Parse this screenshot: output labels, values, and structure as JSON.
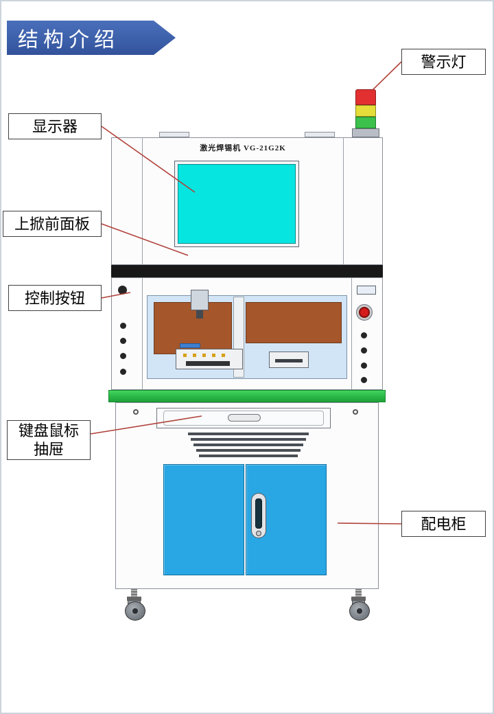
{
  "slide": {
    "title": "结构介绍"
  },
  "machine": {
    "model_label": "激光焊锡机  VG-21G2K"
  },
  "callouts": {
    "warning_light": "警示灯",
    "monitor": "显示器",
    "front_panel": "上掀前面板",
    "control_buttons": "控制按钮",
    "keyboard_drawer_line1": "键盘鼠标",
    "keyboard_drawer_line2": "抽屉",
    "power_cabinet": "配电柜"
  },
  "colors": {
    "banner_blue": "#3a5ca6",
    "screen_cyan": "#06e5e0",
    "door_blue": "#29a6e4",
    "conveyor_green": "#2dbb4a",
    "warning_red": "#e23030",
    "warning_yellow": "#e4dd3a",
    "warning_green": "#3cc14c",
    "emergency_stop_red": "#d51c1c",
    "leader_line_red": "#b04038"
  }
}
